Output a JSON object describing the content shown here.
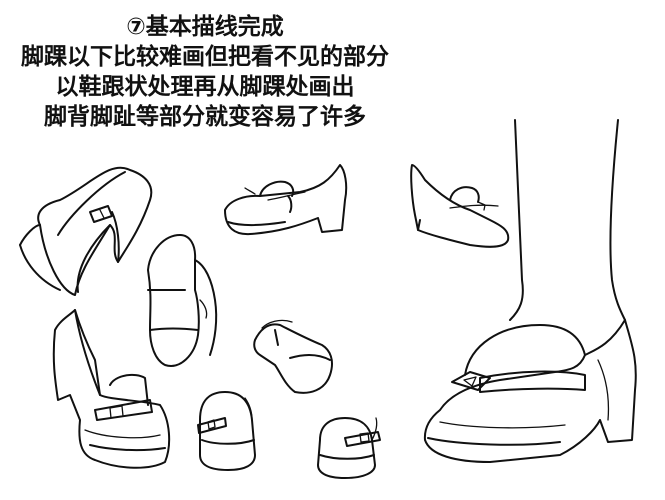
{
  "caption": {
    "lines": [
      "⑦基本描线完成",
      "脚踝以下比较难画但把看不见的部分",
      "以鞋跟状处理再从脚踝处画出",
      "脚背脚趾等部分就变容易了许多"
    ]
  },
  "illustration": {
    "subject": "loafer shoes line drawings",
    "shoe_count": 9,
    "includes_leg_wearing_shoe": true,
    "line_color": "#111111",
    "background_color": "#ffffff"
  }
}
